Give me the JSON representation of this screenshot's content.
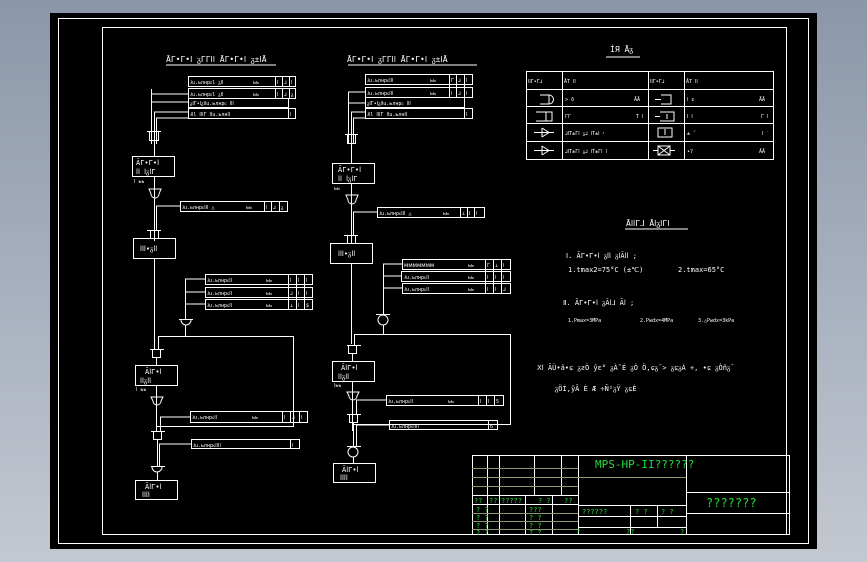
{
  "drawing": {
    "background_color": "#000000",
    "line_color": "#ffffff",
    "title_text_color": "#22dd33",
    "left_diagram": {
      "title": "ĀΓ•Γ•ⅼ ᵹΓΓⅼⅼ ĀΓ•Γ•ⅼ ᵹ±ⅼĀ",
      "top_rows": [
        {
          "label": "Ɉu.ьлнpԍl ᵹⅼⅼ",
          "unit": "ьь",
          "c1": "ⅼ",
          "c2": "⅃",
          "c3": "ⅼ"
        },
        {
          "label": "Ɉu.ьлнpԍl ᵹⅼⅼ",
          "unit": "ьь",
          "c1": "ⅼ",
          "c2": "⅃",
          "c3": "ᵹ"
        },
        {
          "label": "ᵹⅼΓ•ⅼᵹⅼⅼu.ьлнpԍ ⅼⅼⅼ",
          "c1": ""
        },
        {
          "label": "Ɉⅼl ⅼⅼⅼΓ ⅼⅼu.ьлнⅼⅼ",
          "c1": "ⅼ"
        }
      ],
      "unit_box_1": {
        "line1": "ĀΓ•Γ•ⅼ",
        "line2": "ⅼⅼ ⅼᵹⅼΓ"
      },
      "unit_tag_1": "ⅼ ьь",
      "row_mid": {
        "label": "Ɉu.ьлнpԍⅼⅼⅼ △",
        "unit": "ьь",
        "c1": "ⅼ",
        "c2": "⅃",
        "c3": "ᵹ"
      },
      "box_mid": "ⅼⅼⅼ•ᵹⅼⅼ",
      "branch_rows": [
        {
          "label": "Ɉu.ьлнpԍⅼⅼ",
          "unit": "ьь",
          "c1": "ⅼ",
          "c2": "ⅼ",
          "c3": "ⅼ"
        },
        {
          "label": "Ɉu.ьлнpԍⅼⅼ",
          "unit": "ьь",
          "c1": "⅃",
          "c2": "ⅼ",
          "c3": "ⅼ"
        },
        {
          "label": "Ɉu.ьлнpԍⅼⅼ",
          "unit": "ьь",
          "c1": "⊥",
          "c2": "ⅼ",
          "c3": "$"
        }
      ],
      "unit_box_2": {
        "line1": "ĀⅼΓ•ⅼ",
        "line2": "ⅼⅼᵹⅼⅼ"
      },
      "unit_tag_2": "ⅼ ьь",
      "row_low": {
        "label": "Ɉu.ьлнpԍⅼⅼ",
        "unit": "ьь",
        "c1": "ⅼ",
        "c2": "⅃",
        "c3": "ⅼ"
      },
      "row_bottom": {
        "label": "Ɉu.ьлнpԍⅼⅼⅼⅼ",
        "c1": "ⅼ"
      },
      "unit_box_3": {
        "line1": "ĀⅼΓ•ⅼ",
        "line2": "ⅼⅼⅼⅼ"
      }
    },
    "right_diagram": {
      "title": "ĀΓ•Γ•ⅼ ᵹΓΓⅼⅼ ĀΓ•Γ•ⅼ ᵹ±ⅼĀ",
      "top_rows": [
        {
          "label": "Ɉu.ьлнpԍⅼⅼⅼ",
          "unit": "ьь",
          "c1": "Γ",
          "c2": "⅃",
          "c3": "ⅼ"
        },
        {
          "label": "Ɉu.ьлнpԍⅼⅼⅼ",
          "unit": "ьь",
          "c1": "ⅼ",
          "c2": "⅃",
          "c3": "ⅼ"
        },
        {
          "label": "ᵹⅼΓ•ⅼᵹⅼⅼu.ьлнpԍ ⅼⅼⅼ",
          "c1": ""
        },
        {
          "label": "Ɉⅼl ⅼⅼⅼΓ ⅼⅼu.ьлнⅼⅼ",
          "c1": "ⅼ"
        }
      ],
      "unit_box_1": {
        "line1": "ĀΓ•Γ•ⅼ",
        "line2": "ⅼⅼ ⅼᵹⅼΓ"
      },
      "unit_tag_1": "ьь",
      "row_mid": {
        "label": "Ɉu.ьлнpԍⅼⅼⅼ △",
        "unit": "ьь",
        "c1": "⊥",
        "c2": "ⅼ",
        "c3": "ⅼ"
      },
      "box_mid": "ⅼⅼⅼ•ᵹⅼⅼ",
      "branch_rows": [
        {
          "label": "ⅯⅯⅯⅯⅯⅯⅯ",
          "unit": "ьь",
          "c1": "Γ",
          "c2": "⊥",
          "c3": "ⅼ"
        },
        {
          "label": "Ɉu.ьлнpԍⅼⅼ",
          "unit": "ьь",
          "c1": "ⅼ",
          "c2": "ⅼ",
          "c3": "ⅼ"
        },
        {
          "label": "Ɉu.ьлнpԍⅼⅼ",
          "unit": "ьь",
          "c1": "ⅼ",
          "c2": "ⅼ",
          "c3": "⅃"
        }
      ],
      "unit_box_2": {
        "line1": "ĀⅼΓ•ⅼ",
        "line2": "ⅼⅼᵹⅼⅼ"
      },
      "unit_tag_2": "ⅼьь",
      "row_low": {
        "label": "Ɉu.ьлнpԍⅼⅼ",
        "unit": "ьь",
        "c1": "ⅼ",
        "c2": "ⅼ",
        "c3": "5"
      },
      "row_bottom": {
        "label": "Ɉu.ьлнpԍⅼⅼⅼⅼ",
        "c1": "6"
      },
      "unit_box_3": {
        "line1": "ĀⅼΓ•ⅼ",
        "line2": "ⅼⅼⅼⅼ"
      }
    },
    "legend": {
      "title": "ÍЯ Āᵹ",
      "headers": [
        "ⅼⅼΓ•Γ⅃",
        "ĀΤ ⅼⅼ",
        "ⅼⅼΓ•Γ⅃",
        "ĀΤ ⅼⅼ"
      ],
      "rows": [
        {
          "desc_left": "> ð",
          "code_left": "ĀĀ",
          "desc_right": "ⅼ ɛ",
          "code_right": "ĀĀ"
        },
        {
          "desc_left": "ΓΓ",
          "code_left": "Τ ⅼ",
          "desc_right": "ⅼ ⅼ",
          "code_right": "Γ ⅼ"
        },
        {
          "desc_left": "⅃ⅼΤ±Γⅼ ᵹ⅃ ⅼΤ±ⅼ ᵡ",
          "code_left": "",
          "desc_right": "± ˜",
          "code_right": "ⅼ ˙"
        },
        {
          "desc_left": "⅃ⅼΤ±Γⅼ ᵹ⅃ ⅼΤ±Γⅼ ⅼ",
          "code_left": "",
          "desc_right": "•ʔ",
          "code_right": "ĀĀ"
        }
      ]
    },
    "notes": {
      "title": "ĀⅼⅼΓ⅃ ĀⅼᵹⅼΓⅼ",
      "section1_heading": "Ⅰ. ĀΓ•Γ•ⅼ ᵹⅼⅼ ᵹⅼĀⅼⅼ ;",
      "section1_items": [
        "1.tmax2=75°C (±℃)",
        "2.tmax=65°C"
      ],
      "section2_heading": "Ⅱ. ĀΓ•Γ•ⅼ ᵹĀⅼ⅃ Āⅼ ;",
      "section2_items": [
        "1.Pmax=3MPa",
        "2.Pwdx=4MPa",
        "3.△Pwdx=3kPa"
      ],
      "section3_line1": "Ⅹⅼ ĀÜ•â•ɕ ᵹƨÒ ŷɛ° ᵹÀ˜É ᵹÒ Ö,ɕᵹ¯> ᵹɕᵹÁ ÷, •ɕ ᵹÒñᵹ¯",
      "section3_line2": "ᵹÖÍ,ŷÂ È Æ ÷Ñ²ᵹŸ ᵹɕÈ"
    },
    "title_block": {
      "drawing_title": "MPS-HP-II??????",
      "company": "???????",
      "left_labels_row": [
        "??",
        "??",
        "?????",
        "? ?",
        "??"
      ],
      "left_col_1": [
        "? ?",
        "? ?",
        "? ?",
        "? ?"
      ],
      "left_col_2": [
        "???",
        "? ?",
        "? ?",
        "? ?"
      ],
      "mid_labels": [
        "??????",
        "? ?",
        "? ?"
      ],
      "bottom_marks": [
        "?",
        "??",
        "?"
      ]
    }
  }
}
